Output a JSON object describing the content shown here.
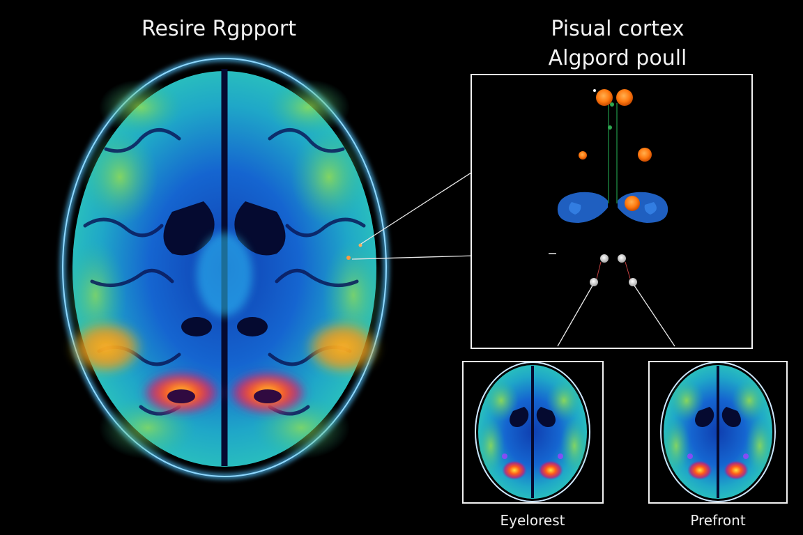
{
  "titles": {
    "left": "Resire Rgpport",
    "right_line1": "Pisual cortex",
    "right_line2": "Algpord poull"
  },
  "captions": {
    "thumb_left": "Eyelorest",
    "thumb_right": "Prefront"
  },
  "colors": {
    "background": "#000000",
    "outline": "#ffffff",
    "skull_glow": "#4fc3ff",
    "tissue_base": "#1b6fd0",
    "tissue_mid": "#21c6c6",
    "tissue_green": "#5fd16a",
    "hotspot_orange": "#ff8a1f",
    "hotspot_red": "#ff2a2a",
    "hotspot_yellow": "#ffe23a"
  },
  "icons": {
    "main_scan": "brain-axial-scan",
    "thumb_scan": "brain-axial-scan-thumbnail",
    "marker": "activation-dot"
  }
}
